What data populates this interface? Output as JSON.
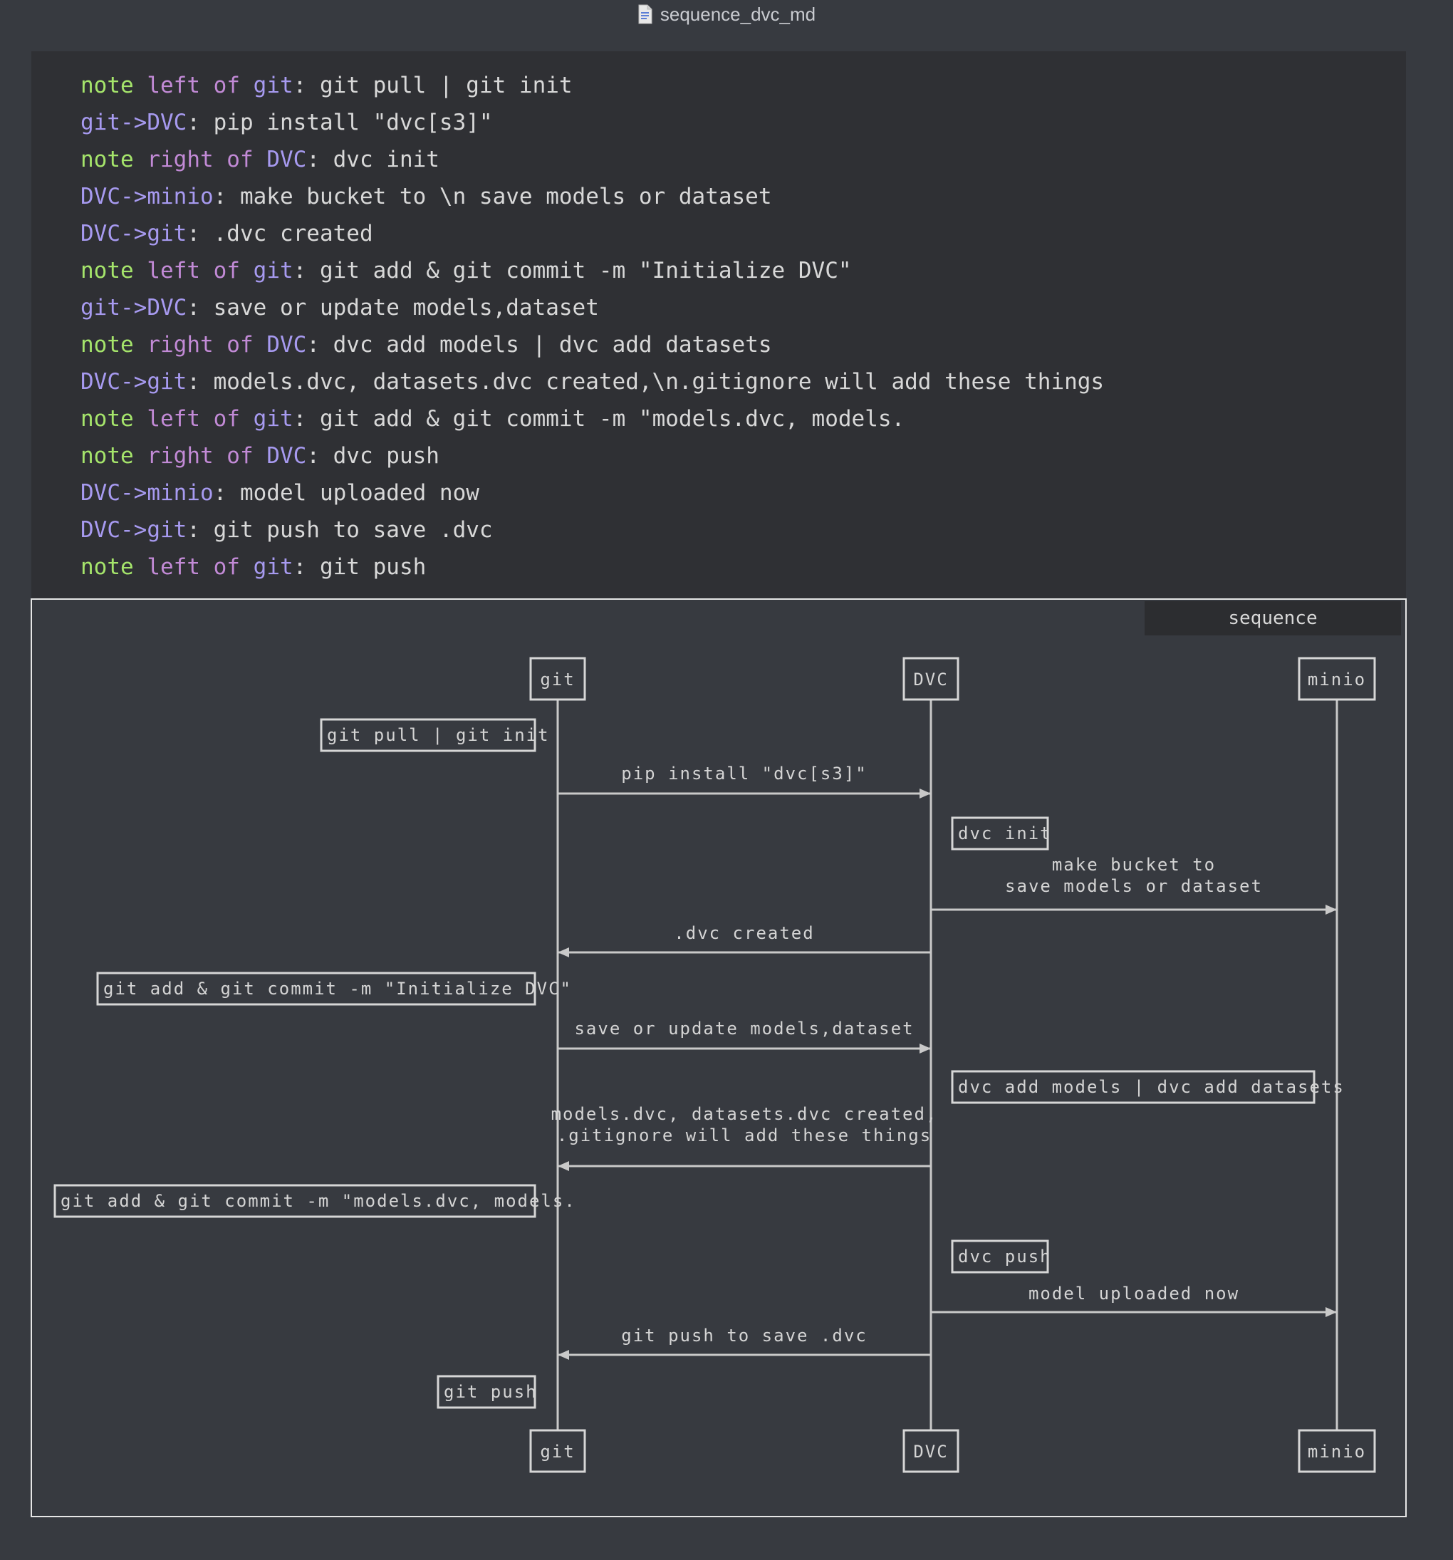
{
  "window": {
    "title": "sequence_dvc_md",
    "file_icon": "document-icon"
  },
  "code_lines": [
    {
      "tokens": [
        {
          "t": "note",
          "c": "kw"
        },
        {
          "t": " "
        },
        {
          "t": "left of",
          "c": "lkw"
        },
        {
          "t": " "
        },
        {
          "t": "git",
          "c": "act"
        },
        {
          "t": ": git pull | git init"
        }
      ]
    },
    {
      "tokens": [
        {
          "t": "git->DVC",
          "c": "act"
        },
        {
          "t": ": pip install \"dvc[s3]\""
        }
      ]
    },
    {
      "tokens": [
        {
          "t": "note",
          "c": "kw"
        },
        {
          "t": " "
        },
        {
          "t": "right of",
          "c": "lkw"
        },
        {
          "t": " "
        },
        {
          "t": "DVC",
          "c": "act"
        },
        {
          "t": ": dvc init"
        }
      ]
    },
    {
      "tokens": [
        {
          "t": "DVC->minio",
          "c": "act"
        },
        {
          "t": ": make bucket to \\n save models or dataset"
        }
      ]
    },
    {
      "tokens": [
        {
          "t": "DVC->git",
          "c": "act"
        },
        {
          "t": ": .dvc created"
        }
      ]
    },
    {
      "tokens": [
        {
          "t": "note",
          "c": "kw"
        },
        {
          "t": " "
        },
        {
          "t": "left of",
          "c": "lkw"
        },
        {
          "t": " "
        },
        {
          "t": "git",
          "c": "act"
        },
        {
          "t": ": git add & git commit -m \"Initialize DVC\""
        }
      ]
    },
    {
      "tokens": [
        {
          "t": "git->DVC",
          "c": "act"
        },
        {
          "t": ": save or update models,dataset"
        }
      ]
    },
    {
      "tokens": [
        {
          "t": "note",
          "c": "kw"
        },
        {
          "t": " "
        },
        {
          "t": "right of",
          "c": "lkw"
        },
        {
          "t": " "
        },
        {
          "t": "DVC",
          "c": "act"
        },
        {
          "t": ": dvc add models | dvc add datasets"
        }
      ]
    },
    {
      "tokens": [
        {
          "t": "DVC->git",
          "c": "act"
        },
        {
          "t": ": models.dvc, datasets.dvc created,\\n.gitignore will add these things"
        }
      ]
    },
    {
      "tokens": [
        {
          "t": "note",
          "c": "kw"
        },
        {
          "t": " "
        },
        {
          "t": "left of",
          "c": "lkw"
        },
        {
          "t": " "
        },
        {
          "t": "git",
          "c": "act"
        },
        {
          "t": ": git add & git commit -m \"models.dvc, models."
        }
      ]
    },
    {
      "tokens": [
        {
          "t": "note",
          "c": "kw"
        },
        {
          "t": " "
        },
        {
          "t": "right of",
          "c": "lkw"
        },
        {
          "t": " "
        },
        {
          "t": "DVC",
          "c": "act"
        },
        {
          "t": ": dvc push"
        }
      ]
    },
    {
      "tokens": [
        {
          "t": "DVC->minio",
          "c": "act"
        },
        {
          "t": ": model uploaded now"
        }
      ]
    },
    {
      "tokens": [
        {
          "t": "DVC->git",
          "c": "act"
        },
        {
          "t": ": git push to save .dvc"
        }
      ]
    },
    {
      "tokens": [
        {
          "t": "note",
          "c": "kw"
        },
        {
          "t": " "
        },
        {
          "t": "left of",
          "c": "lkw"
        },
        {
          "t": " "
        },
        {
          "t": "git",
          "c": "act"
        },
        {
          "t": ": git push"
        }
      ]
    }
  ],
  "colors": {
    "keyword": "#a5e46b",
    "position": "#c28ad6",
    "actor": "#a79af0",
    "text": "#d8d8d8"
  },
  "diagram": {
    "tab_label": "sequence",
    "actors": [
      "git",
      "DVC",
      "minio"
    ],
    "notes": [
      "git pull | git init",
      "dvc init",
      "git add & git commit -m \"Initialize DVC\"",
      "dvc add models | dvc add datasets",
      "git add & git commit -m \"models.dvc, models.",
      "dvc push",
      "git push"
    ],
    "messages": [
      [
        "pip install \"dvc[s3]\""
      ],
      [
        "make bucket to",
        "save models or dataset"
      ],
      [
        ".dvc created"
      ],
      [
        "save or update models,dataset"
      ],
      [
        "models.dvc, datasets.dvc created,",
        ".gitignore will add these things"
      ],
      [
        "model uploaded now"
      ],
      [
        "git push to save .dvc"
      ]
    ]
  }
}
